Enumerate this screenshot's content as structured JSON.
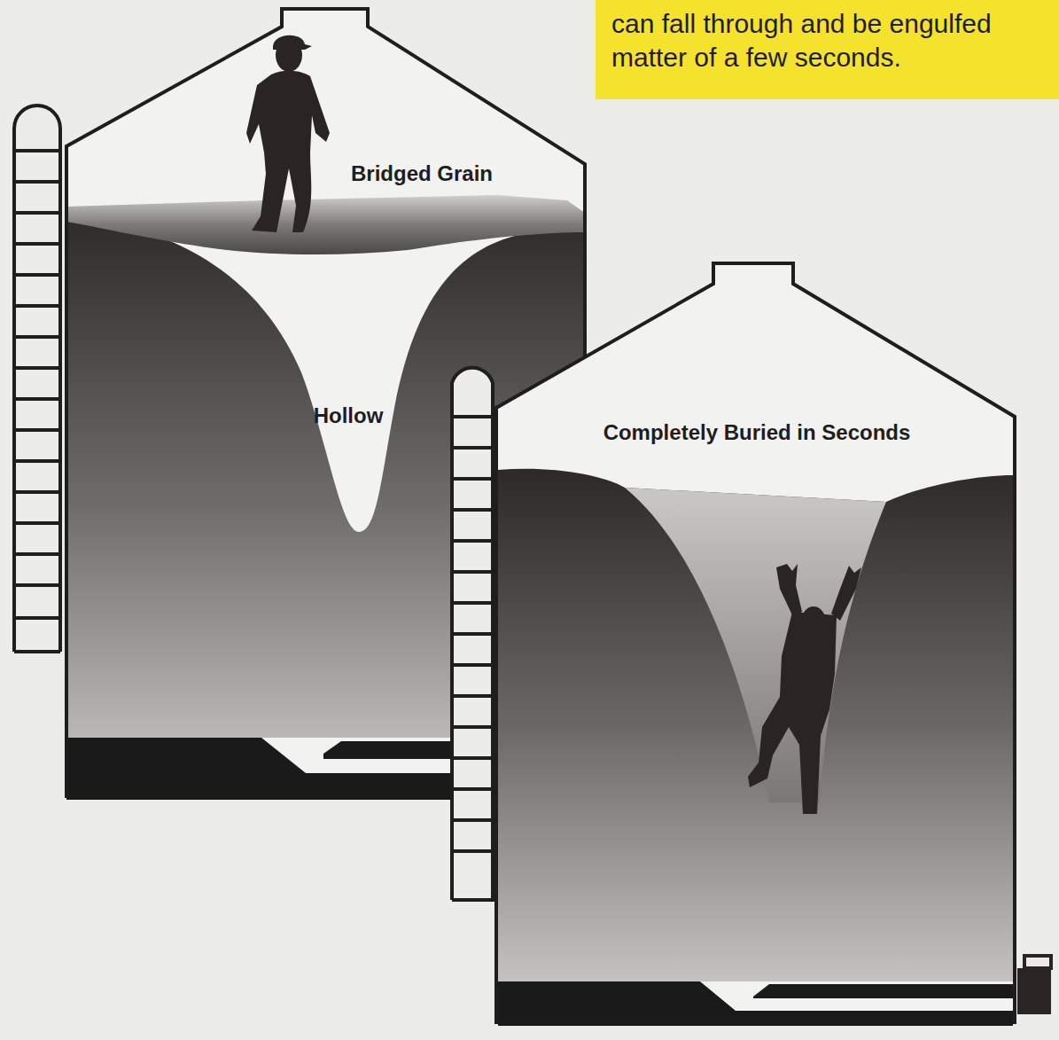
{
  "diagram": {
    "nodes": [
      {
        "text": [
          "can fall through and be engulfed matter of a few seconds."
        ]
      }
    ],
    "labels": [
      "Bridged Grain",
      "Hollow",
      "Completely Buried in Seconds"
    ]
  }
}
